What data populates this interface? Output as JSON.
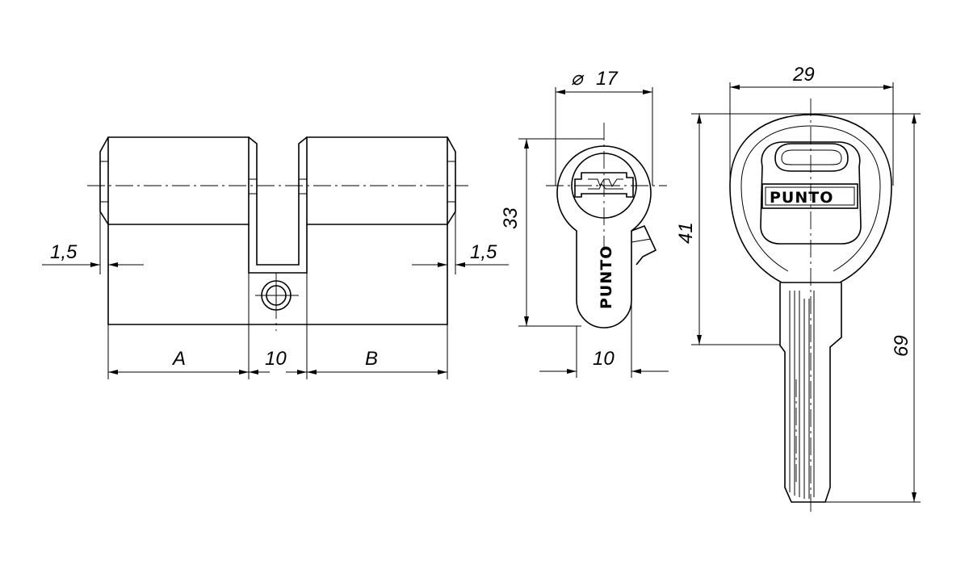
{
  "dimensions": {
    "overhang_left": "1,5",
    "overhang_right": "1,5",
    "half_a": "A",
    "center_width": "10",
    "half_b": "B",
    "diameter_symbol": "⌀",
    "diameter_value": "17",
    "profile_height": "33",
    "cam_width": "10",
    "key_head_width": "29",
    "key_head_length": "41",
    "key_total_length": "69"
  },
  "brand": {
    "profile_logo": "PUNTO",
    "key_logo": "PUNTO"
  }
}
